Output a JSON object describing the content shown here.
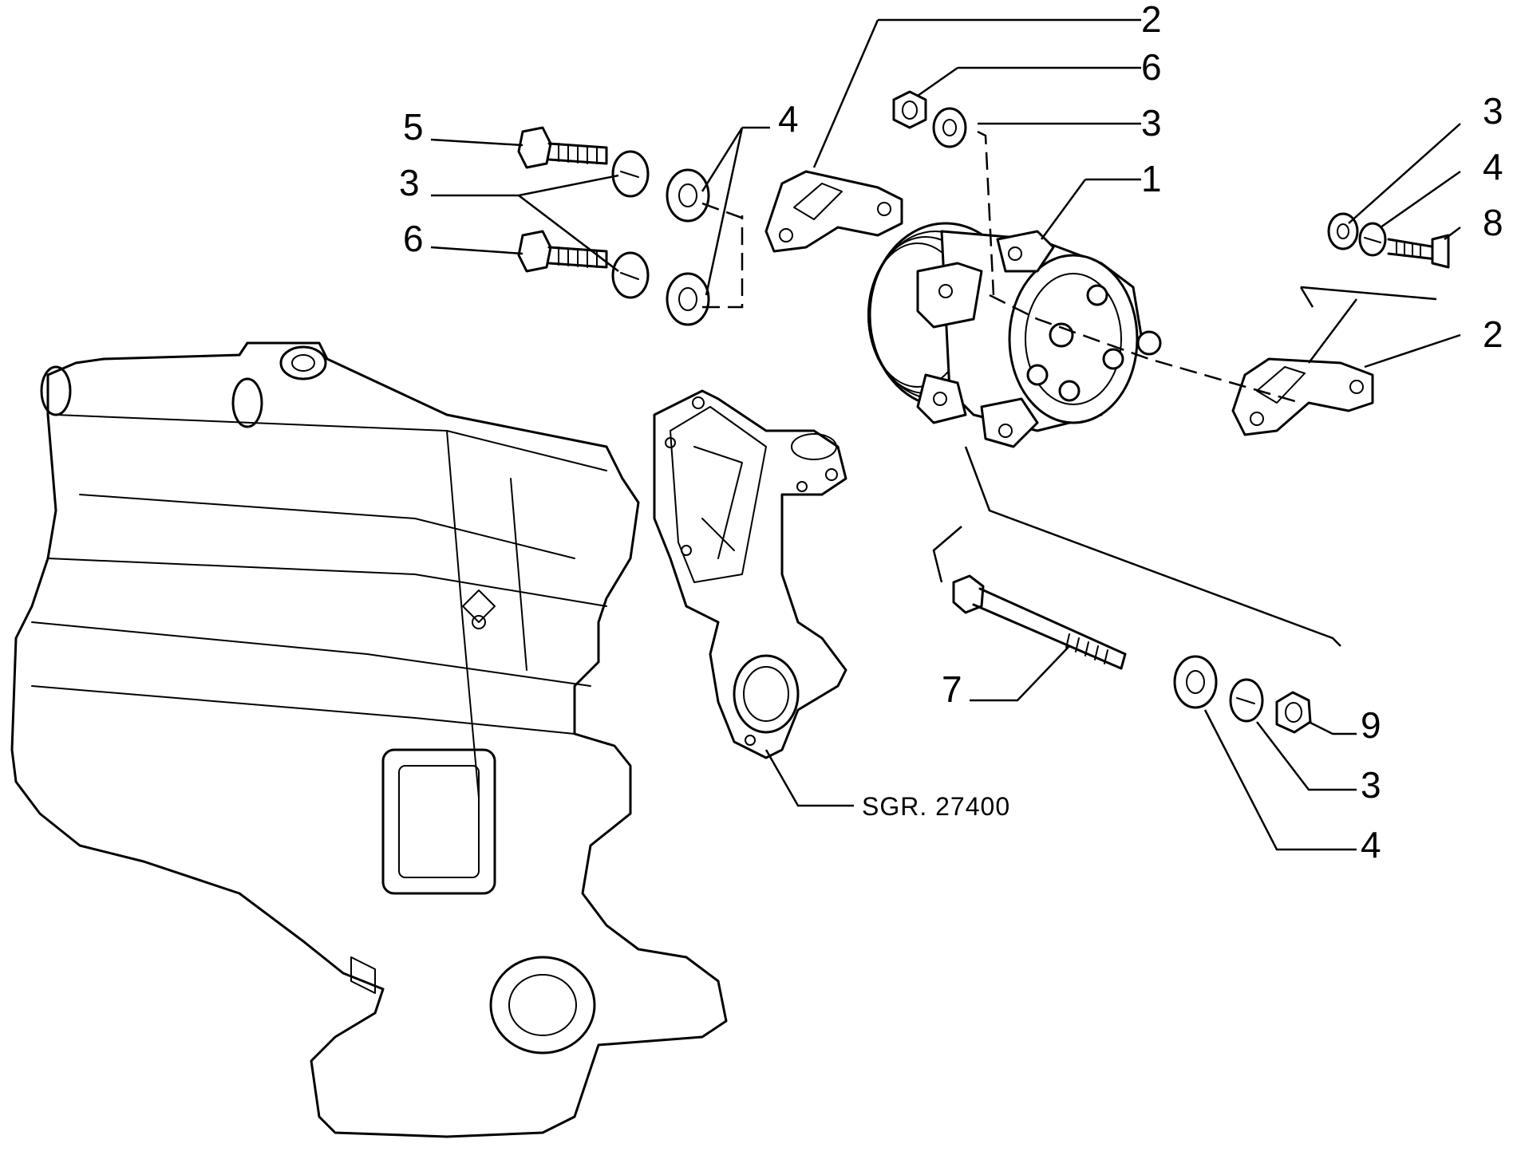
{
  "callouts": {
    "c2_top": "2",
    "c6_top": "6",
    "c3_top": "3",
    "c1": "1",
    "c5": "5",
    "c3_left": "3",
    "c6_left": "6",
    "c4_left": "4",
    "c3_right": "3",
    "c4_right": "4",
    "c8": "8",
    "c2_right": "2",
    "c7": "7",
    "c9": "9",
    "c3_bottom": "3",
    "c4_bottom": "4"
  },
  "reference": "SGR. 27400"
}
